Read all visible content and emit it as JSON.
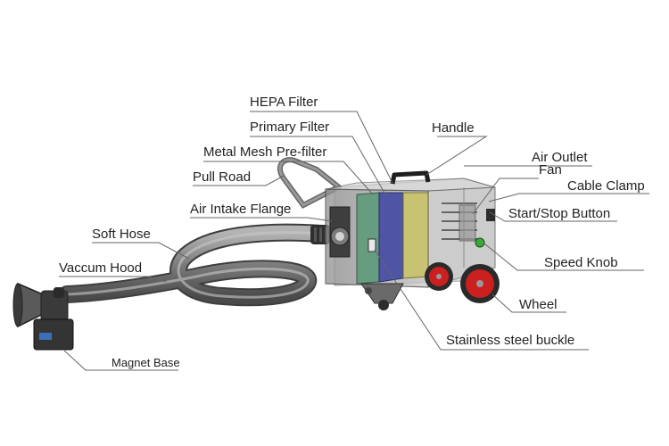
{
  "labels": {
    "hepa_filter": "HEPA Filter",
    "primary_filter": "Primary Filter",
    "metal_mesh": "Metal Mesh Pre-filter",
    "pull_road": "Pull Road",
    "air_intake": "Air Intake Flange",
    "soft_hose": "Soft Hose",
    "vaccum_hood": "Vaccum Hood",
    "magnet_base": "Magnet Base",
    "handle": "Handle",
    "air_outlet": "Air Outlet",
    "fan": "Fan",
    "cable_clamp": "Cable Clamp",
    "start_stop": "Start/Stop Button",
    "speed_knob": "Speed Knob",
    "wheel": "Wheel",
    "buckle": "Stainless steel buckle"
  },
  "colors": {
    "filter_green": "#5e9a7a",
    "filter_blue": "#4a4fa3",
    "filter_yellow": "#c9c26a",
    "wheel_red": "#cc1f1f",
    "knob_green": "#3aa83a",
    "body_gray": "#a9a9a9",
    "hose_gray": "#8a8a8a"
  }
}
